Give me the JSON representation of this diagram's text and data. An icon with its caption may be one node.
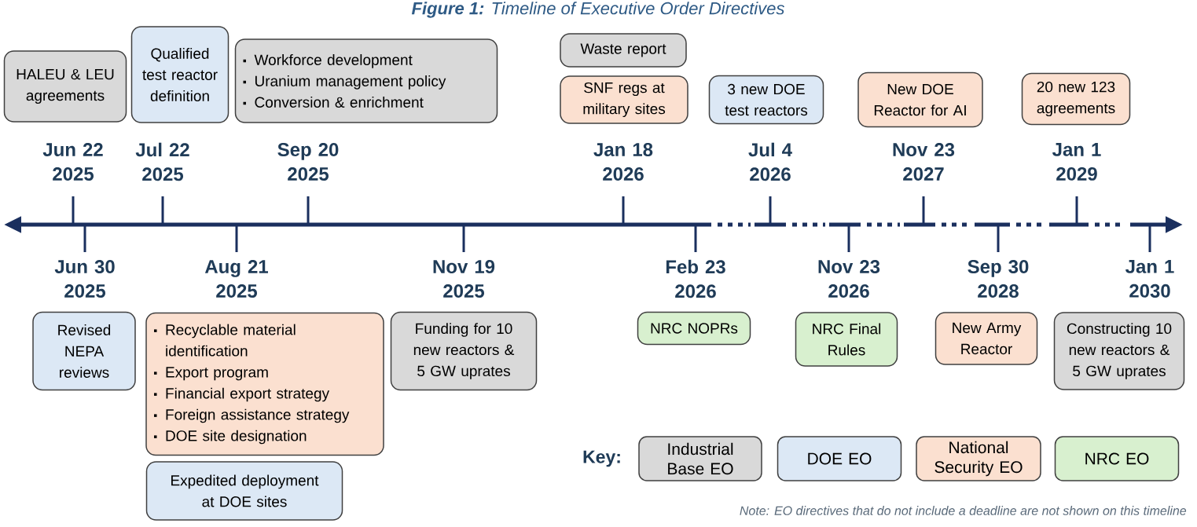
{
  "diagram": {
    "title": "**Figure 1:** Timeline of Executive Order Directives",
    "nodes": [
      {
        "text": [
          "HALEU & LEU agreements"
        ]
      },
      {
        "text": [
          "Qualified test reactor definition"
        ]
      },
      {
        "text": [
          "Workforce development",
          "Uranium management policy",
          "Conversion & enrichment"
        ]
      },
      {
        "text": [
          "Waste report"
        ]
      },
      {
        "text": [
          "SNF regs at military sites"
        ]
      },
      {
        "text": [
          "3 new DOE test reactors"
        ]
      },
      {
        "text": [
          "New DOE Reactor for AI"
        ]
      },
      {
        "text": [
          "20 new 123 agreements"
        ]
      },
      {
        "text": [
          "Revised NEPA reviews"
        ]
      },
      {
        "text": [
          "Recyclable material identification",
          "Export program",
          "Financial export strategy",
          "Foreign assistance strategy",
          "DOE site designation"
        ]
      },
      {
        "text": [
          "Expedited deployment at DOE sites"
        ]
      },
      {
        "text": [
          "Funding for 10 new reactors & 5 GW uprates"
        ]
      },
      {
        "text": [
          "NRC NOPRs"
        ]
      },
      {
        "text": [
          "NRC Final Rules"
        ]
      },
      {
        "text": [
          "New Army Reactor"
        ]
      },
      {
        "text": [
          "Constructing 10 new reactors & 5 GW uprates"
        ]
      }
    ],
    "labels": [
      "Jun 22 2025",
      "Jul 22 2025",
      "Sep 20 2025",
      "Jan 18 2026",
      "Jul 4 2026",
      "Nov 23 2027",
      "Jan 1 2029",
      "Jun 30 2025",
      "Aug 21 2025",
      "Nov 19 2025",
      "Feb 23 2026",
      "Nov 23 2026",
      "Sep 30 2028",
      "Jan 1 2030",
      "Key:",
      "Note: EO directives that do not include a deadline are not shown on this timeline"
    ],
    "legend": [
      {
        "text": "Industrial Base EO",
        "color": "#d9d9d9"
      },
      {
        "text": "DOE EO",
        "color": "#dce8f5"
      },
      {
        "text": "National Security EO",
        "color": "#fbe0d0"
      },
      {
        "text": "NRC EO",
        "color": "#d8f0cf"
      }
    ]
  }
}
